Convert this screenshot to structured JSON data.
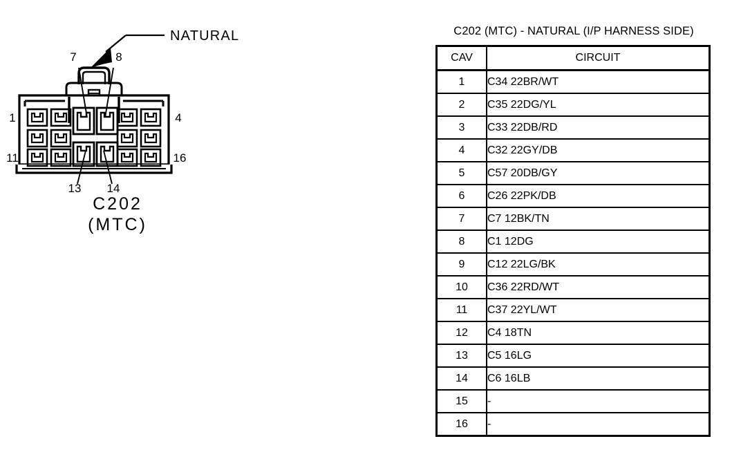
{
  "diagram": {
    "callout_label": "NATURAL",
    "connector_name_line1": "C202",
    "connector_name_line2": "(MTC)",
    "pin_numbers": {
      "top_left": "1",
      "top_right": "4",
      "bottom_left": "11",
      "bottom_right": "16",
      "center_top_left": "7",
      "center_top_right": "8",
      "center_bottom_left": "13",
      "center_bottom_right": "14"
    }
  },
  "table": {
    "title": "C202 (MTC) - NATURAL (I/P HARNESS SIDE)",
    "columns": [
      "CAV",
      "CIRCUIT"
    ],
    "rows": [
      {
        "cav": "1",
        "circuit": "C34 22BR/WT"
      },
      {
        "cav": "2",
        "circuit": "C35 22DG/YL"
      },
      {
        "cav": "3",
        "circuit": "C33 22DB/RD"
      },
      {
        "cav": "4",
        "circuit": "C32 22GY/DB"
      },
      {
        "cav": "5",
        "circuit": "C57 20DB/GY"
      },
      {
        "cav": "6",
        "circuit": "C26 22PK/DB"
      },
      {
        "cav": "7",
        "circuit": "C7 12BK/TN"
      },
      {
        "cav": "8",
        "circuit": "C1 12DG"
      },
      {
        "cav": "9",
        "circuit": "C12 22LG/BK"
      },
      {
        "cav": "10",
        "circuit": "C36 22RD/WT"
      },
      {
        "cav": "11",
        "circuit": "C37 22YL/WT"
      },
      {
        "cav": "12",
        "circuit": "C4 18TN"
      },
      {
        "cav": "13",
        "circuit": "C5 16LG"
      },
      {
        "cav": "14",
        "circuit": "C6 16LB"
      },
      {
        "cav": "15",
        "circuit": "-"
      },
      {
        "cav": "16",
        "circuit": "-"
      }
    ]
  }
}
